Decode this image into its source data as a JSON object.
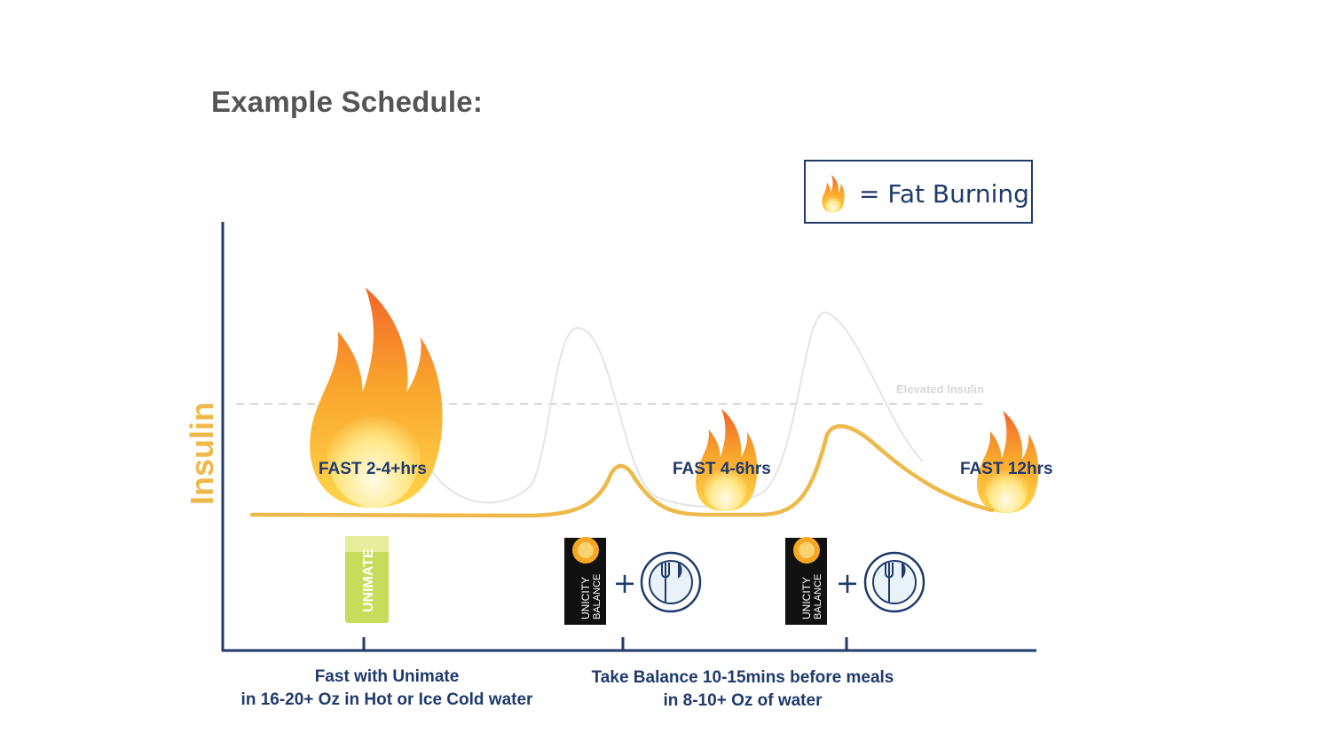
{
  "title": "Example Schedule:",
  "legend": {
    "icon": "flame-icon",
    "text": "= Fat Burning"
  },
  "y_axis_label": "Insulin",
  "threshold_label": "Elevated Insulin",
  "fast_labels": [
    "FAST 2-4+hrs",
    "FAST 4-6hrs",
    "FAST 12hrs"
  ],
  "products": [
    {
      "icon": "unimate-pack-icon",
      "brand": "UNIMATE"
    },
    {
      "icon": "balance-pack-icon",
      "brand": "UNICITY",
      "name": "BALANCE"
    },
    {
      "icon": "plus-icon",
      "symbol": "+"
    },
    {
      "icon": "plate-fork-knife-icon"
    },
    {
      "icon": "balance-pack-icon",
      "brand": "UNICITY",
      "name": "BALANCE"
    },
    {
      "icon": "plus-icon",
      "symbol": "+"
    },
    {
      "icon": "plate-fork-knife-icon"
    }
  ],
  "captions": {
    "unimate": {
      "line1": "Fast with Unimate",
      "line2": "in 16-20+ Oz in Hot or Ice Cold water"
    },
    "balance": {
      "line1": "Take Balance 10-15mins before meals",
      "line2": "in 8-10+ Oz of water"
    }
  },
  "colors": {
    "navy": "#1f3a6b",
    "insulin_curve": "#eeb94a",
    "unbalanced_curve": "#e6e6e6",
    "flame_outer": "#f2662a",
    "flame_mid": "#f9a52c",
    "flame_inner": "#ffe27a"
  }
}
